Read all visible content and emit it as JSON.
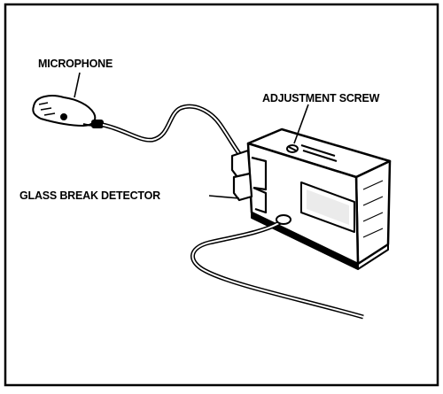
{
  "labels": {
    "microphone": "MICROPHONE",
    "adjustment_screw": "ADJUSTMENT SCREW",
    "glass_break_detector": "GLASS BREAK DETECTOR"
  },
  "colors": {
    "ink": "#000000",
    "background": "#ffffff"
  }
}
